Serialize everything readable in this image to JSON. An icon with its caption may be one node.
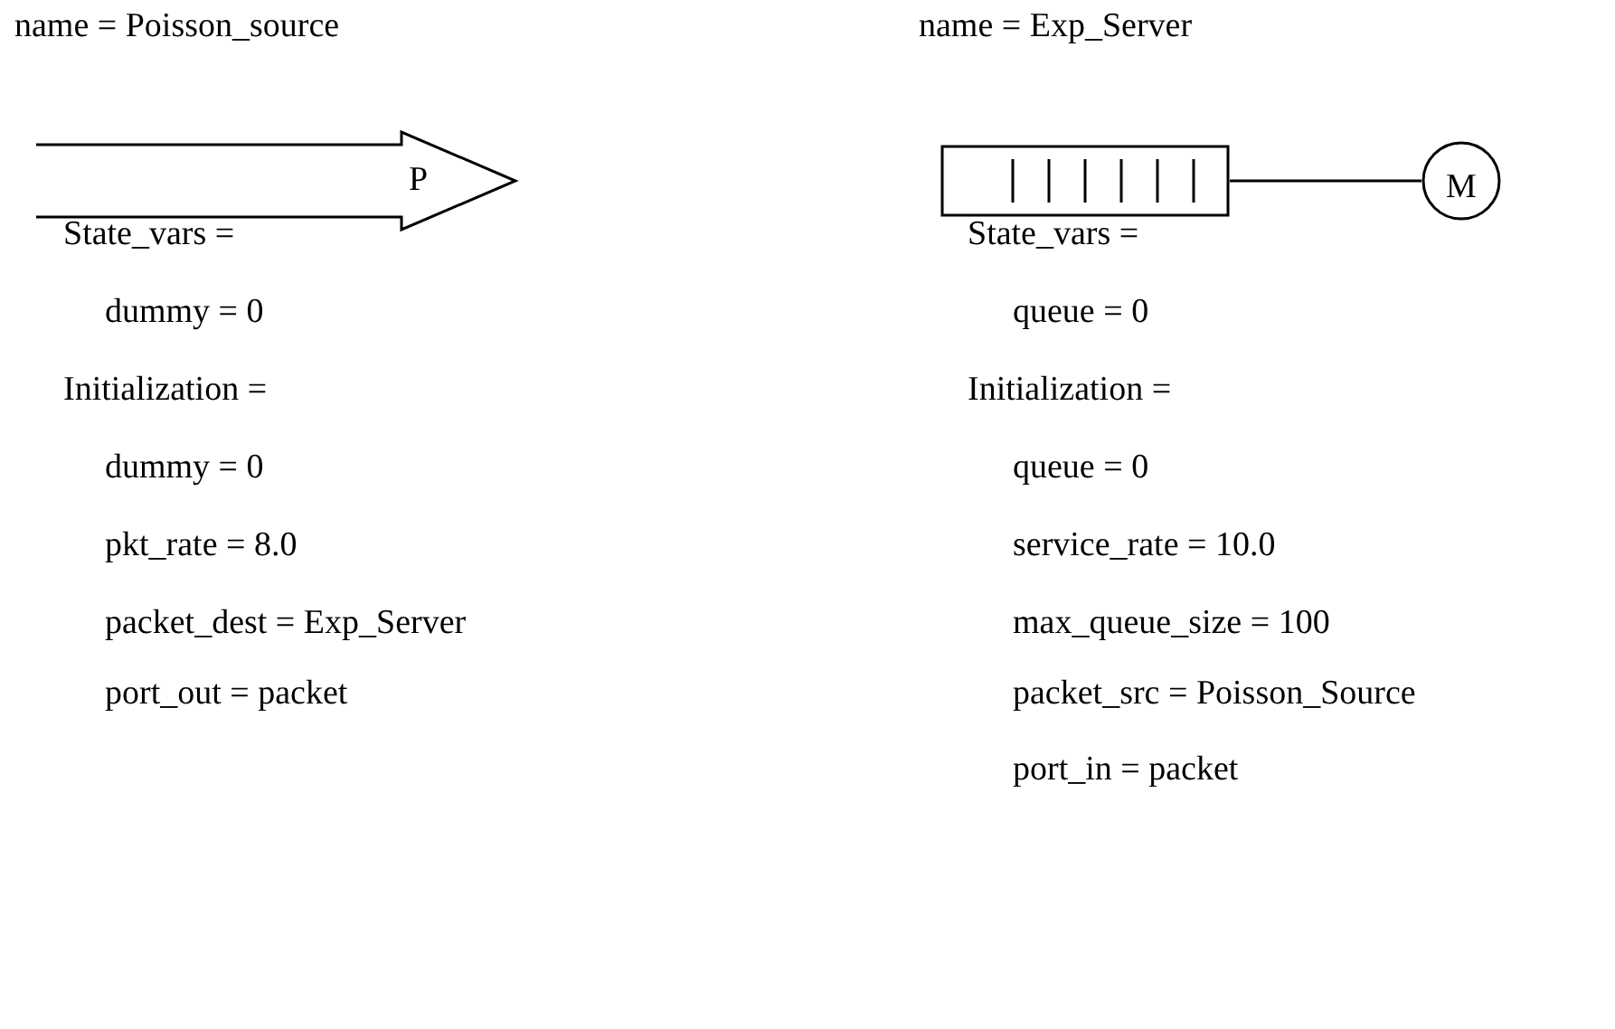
{
  "diagram": {
    "nodes": [
      {
        "text": [
          "P"
        ]
      },
      {
        "text": [],
        "shape": "box"
      },
      {
        "text": [
          "M"
        ]
      }
    ],
    "edges": [
      {
        "from": 1,
        "to": 2,
        "arrow": "none"
      }
    ],
    "labels": [
      "name = Poisson_source",
      "name = Exp_Server",
      "State_vars =",
      "dummy = 0",
      "Initialization =",
      "dummy = 0",
      "pkt_rate = 8.0",
      "packet_dest = Exp_Server",
      "port_out = packet",
      "State_vars =",
      "queue = 0",
      "Initialization =",
      "queue = 0",
      "service_rate = 10.0",
      "max_queue_size = 100",
      "packet_src = Poisson_Source",
      "port_in = packet"
    ]
  }
}
